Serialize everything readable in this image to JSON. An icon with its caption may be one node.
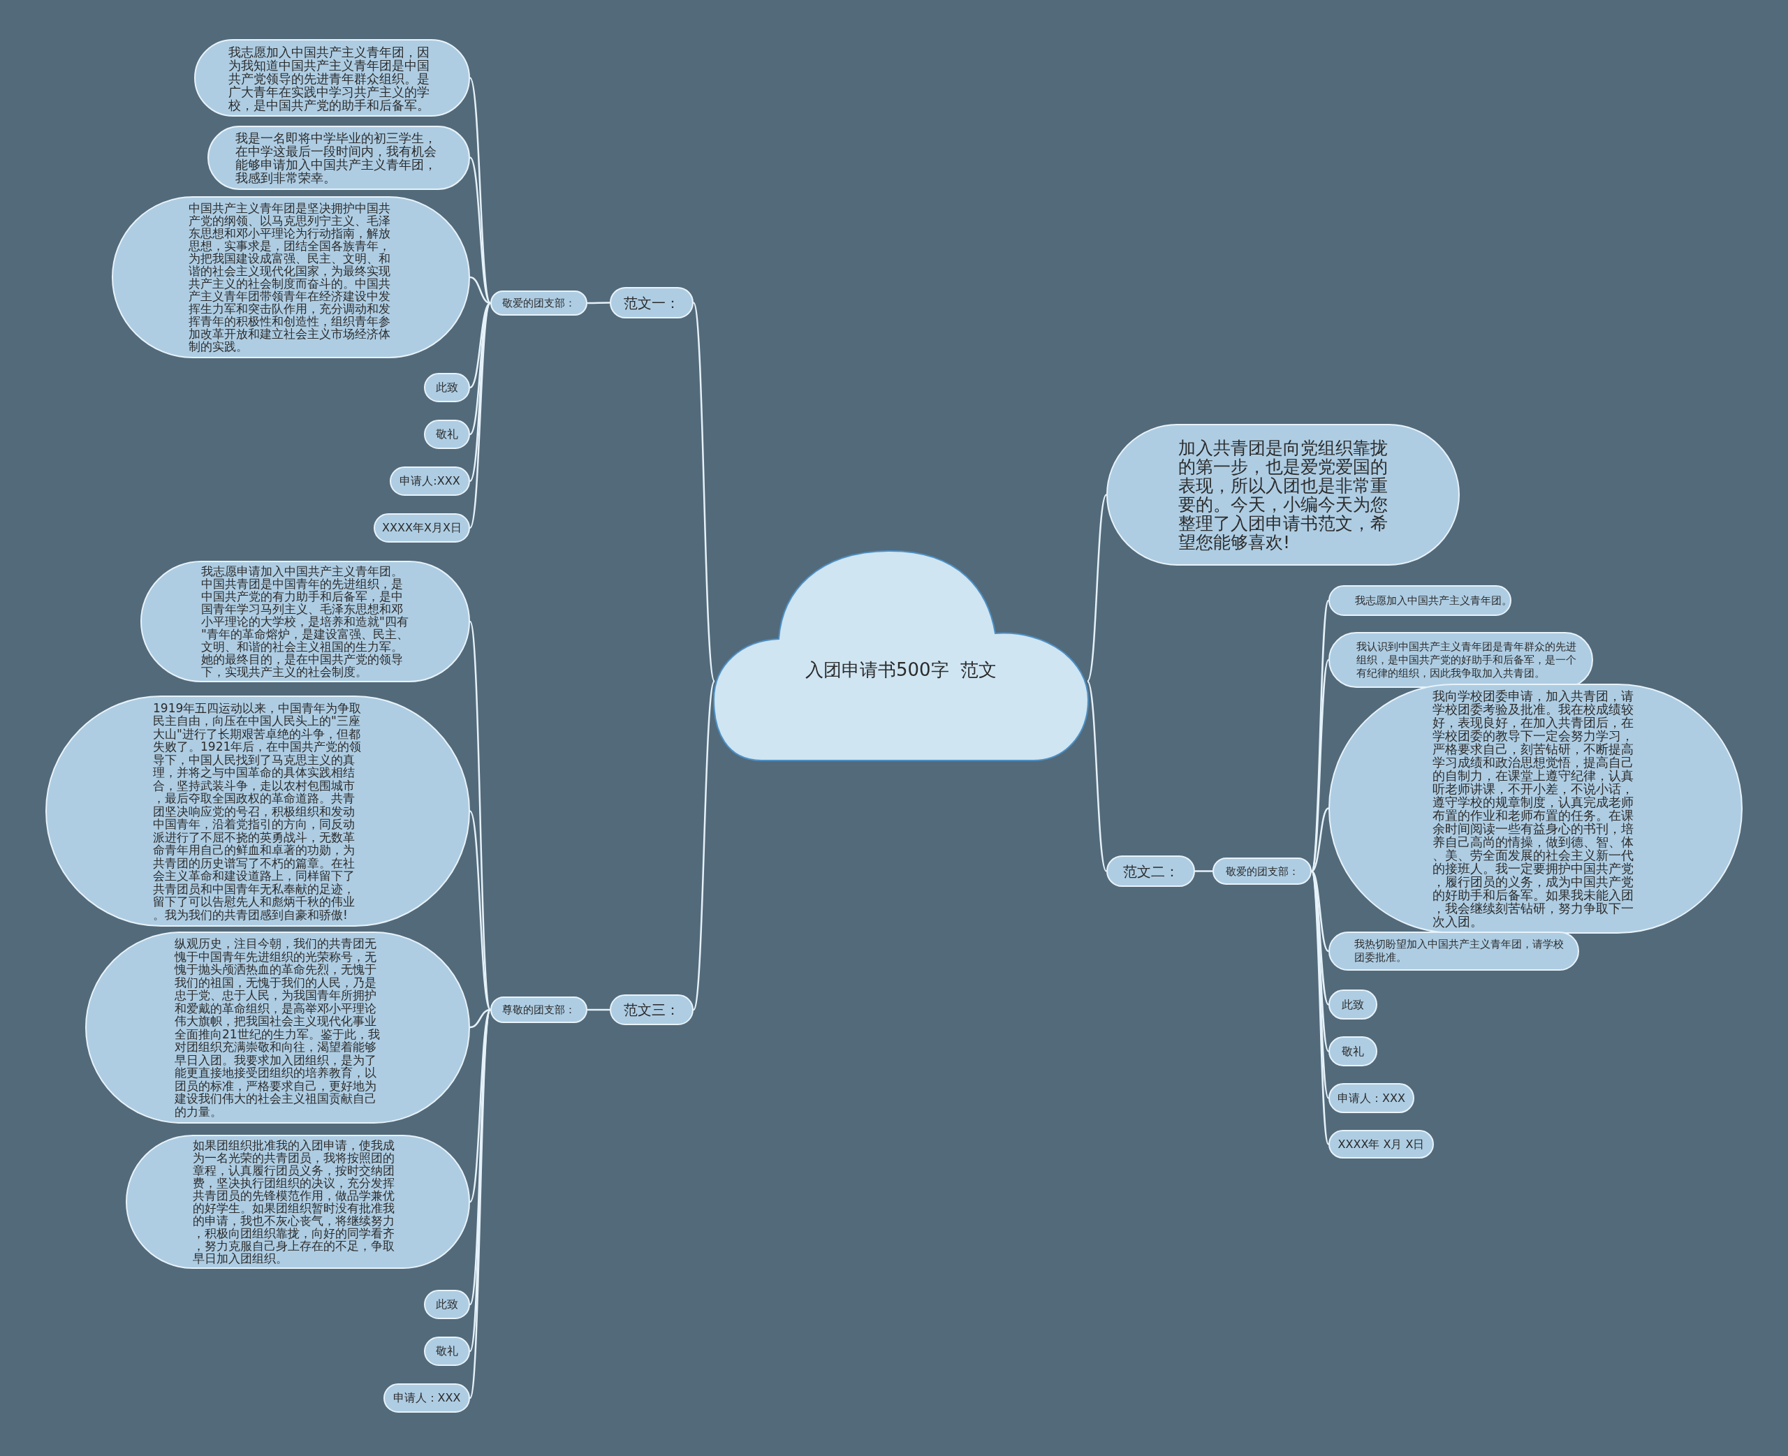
{
  "diagram": {
    "nodes": [
      {
        "text": [
          "入团申请书500字  范文"
        ]
      },
      {
        "text": [
          "范文一："
        ]
      },
      {
        "text": [
          "敬爱的团支部："
        ]
      },
      {
        "text": [
          "我志愿加入中国共产主义青年团，因为我知道中国共产主义青年团是中国共产党领导的先进青年群众组织。是广大青年在实践中学习共产主义的学校，是中国共产党的助手和后备军。"
        ]
      },
      {
        "text": [
          "我是一名即将中学毕业的初三学生，在中学这最后一段时间内，我有机会能够申请加入中国共产主义青年团，我感到非常荣幸。"
        ]
      },
      {
        "text": [
          "中国共产主义青年团是坚决拥护中国共产党的纲领、以马克思列宁主义、毛泽东思想和邓小平理论为行动指南，解放思想，实事求是，团结全国各族青年，为把我国建设成富强、民主、文明、和谐的社会主义现代化国家，为最终实现共产主义的社会制度而奋斗的。中国共产主义青年团带领青年在经济建设中发挥生力军和突击队作用，充分调动和发挥青年的积极性和创造性，组织青年参加改革开放和建立社会主义市场经济体制的实践。"
        ]
      },
      {
        "text": [
          "此致"
        ]
      },
      {
        "text": [
          "敬礼"
        ]
      },
      {
        "text": [
          "申请人:XXX"
        ]
      },
      {
        "text": [
          "XXXX年X月X日"
        ]
      },
      {
        "text": [
          "范文三："
        ]
      },
      {
        "text": [
          "尊敬的团支部："
        ]
      },
      {
        "text": [
          "我志愿申请加入中国共产主义青年团。中国共青团是中国青年的先进组织，是中国共产党的有力助手和后备军，是中国青年学习马列主义、毛泽东思想和邓小平理论的大学校，是培养和造就\"四有\"青年的革命熔炉，是建设富强、民主、文明、和谐的社会主义祖国的生力军。她的最终目的，是在中国共产党的领导下，实现共产主义的社会制度。"
        ]
      },
      {
        "text": [
          "1919年五四运动以来，中国青年为争取民主自由，向压在中国人民头上的\"三座大山\"进行了长期艰苦卓绝的斗争，但都失败了。1921年后，在中国共产党的领导下，中国人民找到了马克思主义的真理，并将之与中国革命的具体实践相结合，坚持武装斗争，走以农村包围城市，最后夺取全国政权的革命道路。共青团坚决响应党的号召，积极组织和发动中国青年，沿着党指引的方向，同反动派进行了不屈不挠的英勇战斗，无数革命青年用自己的鲜血和卓著的功勋，为共青团的历史谱写了不朽的篇章。在社会主义革命和建设道路上，同样留下了共青团员和中国青年无私奉献的足迹，留下了可以告慰先人和彪炳千秋的伟业。我为我们的共青团感到自豪和骄傲!"
        ]
      },
      {
        "text": [
          "纵观历史，注目今朝，我们的共青团无愧于中国青年先进组织的光荣称号，无愧于抛头颅洒热血的革命先烈，无愧于我们的祖国，无愧于我们的人民，乃是忠于党、忠于人民，为我国青年所拥护和爱戴的革命组织，是高举邓小平理论伟大旗帜，把我国社会主义现代化事业全面推向21世纪的生力军。鉴于此，我对团组织充满崇敬和向往，渴望着能够早日入团。我要求加入团组织，是为了能更直接地接受团组织的培养教育，以团员的标准，严格要求自己，更好地为建设我们伟大的社会主义祖国贡献自己的力量。"
        ]
      },
      {
        "text": [
          "如果团组织批准我的入团申请，使我成为一名光荣的共青团员，我将按照团的章程，认真履行团员义务，按时交纳团费，坚决执行团组织的决议，充分发挥共青团员的先锋模范作用，做品学兼优的好学生。如果团组织暂时没有批准我的申请，我也不灰心丧气，将继续努力，积极向团组织靠拢，向好的同学看齐，努力克服自己身上存在的不足，争取早日加入团组织。"
        ]
      },
      {
        "text": [
          "此致"
        ]
      },
      {
        "text": [
          "敬礼"
        ]
      },
      {
        "text": [
          "申请人：XXX"
        ]
      },
      {
        "text": [
          "加入共青团是向党组织靠拢的第一步，也是爱党爱国的表现，所以入团也是非常重要的。今天，小编今天为您整理了入团申请书范文，希望您能够喜欢!"
        ]
      },
      {
        "text": [
          "范文二："
        ]
      },
      {
        "text": [
          "敬爱的团支部："
        ]
      },
      {
        "text": [
          "我志愿加入中国共产主义青年团。"
        ]
      },
      {
        "text": [
          "我认识到中国共产主义青年团是青年群众的先进组织，是中国共产党的好助手和后备军，是一个有纪律的组织，因此我争取加入共青团。"
        ]
      },
      {
        "text": [
          "我向学校团委申请，加入共青团，请学校团委考验及批准。我在校成绩较好，表现良好，在加入共青团后，在学校团委的教导下一定会努力学习，严格要求自己，刻苦钻研，不断提高学习成绩和政治思想觉悟，提高自己的自制力，在课堂上遵守纪律，认真听老师讲课，不开小差，不说小话，遵守学校的规章制度，认真完成老师布置的作业和老师布置的任务。在课余时间阅读一些有益身心的书刊，培养自己高尚的情操，做到德、智、体、美、劳全面发展的社会主义新一代的接班人。我一定要拥护中国共产党，履行团员的义务，成为中国共产党的好助手和后备军。如果我未能入团，我会继续刻苦钻研，努力争取下一次入团。"
        ]
      },
      {
        "text": [
          "我热切盼望加入中国共产主义青年团，请学校团委批准。"
        ]
      },
      {
        "text": [
          "此致"
        ]
      },
      {
        "text": [
          "敬礼"
        ]
      },
      {
        "text": [
          "申请人：XXX"
        ]
      },
      {
        "text": [
          "XXXX年 X月 X日"
        ]
      }
    ],
    "edges": [
      {
        "from": 0,
        "to": 1,
        "arrow": "none"
      },
      {
        "from": 1,
        "to": 2,
        "arrow": "none"
      },
      {
        "from": 2,
        "to": 3,
        "arrow": "none"
      },
      {
        "from": 2,
        "to": 4,
        "arrow": "none"
      },
      {
        "from": 2,
        "to": 5,
        "arrow": "none"
      },
      {
        "from": 2,
        "to": 6,
        "arrow": "none"
      },
      {
        "from": 2,
        "to": 7,
        "arrow": "none"
      },
      {
        "from": 2,
        "to": 8,
        "arrow": "none"
      },
      {
        "from": 2,
        "to": 9,
        "arrow": "none"
      },
      {
        "from": 0,
        "to": 10,
        "arrow": "none"
      },
      {
        "from": 10,
        "to": 11,
        "arrow": "none"
      },
      {
        "from": 11,
        "to": 12,
        "arrow": "none"
      },
      {
        "from": 11,
        "to": 13,
        "arrow": "none"
      },
      {
        "from": 11,
        "to": 14,
        "arrow": "none"
      },
      {
        "from": 11,
        "to": 15,
        "arrow": "none"
      },
      {
        "from": 11,
        "to": 16,
        "arrow": "none"
      },
      {
        "from": 11,
        "to": 17,
        "arrow": "none"
      },
      {
        "from": 11,
        "to": 18,
        "arrow": "none"
      },
      {
        "from": 0,
        "to": 19,
        "arrow": "none"
      },
      {
        "from": 0,
        "to": 20,
        "arrow": "none"
      },
      {
        "from": 20,
        "to": 21,
        "arrow": "none"
      },
      {
        "from": 21,
        "to": 22,
        "arrow": "none"
      },
      {
        "from": 21,
        "to": 23,
        "arrow": "none"
      },
      {
        "from": 21,
        "to": 24,
        "arrow": "none"
      },
      {
        "from": 21,
        "to": 25,
        "arrow": "none"
      },
      {
        "from": 21,
        "to": 26,
        "arrow": "none"
      },
      {
        "from": 21,
        "to": 27,
        "arrow": "none"
      },
      {
        "from": 21,
        "to": 28,
        "arrow": "none"
      },
      {
        "from": 21,
        "to": 29,
        "arrow": "none"
      }
    ]
  }
}
